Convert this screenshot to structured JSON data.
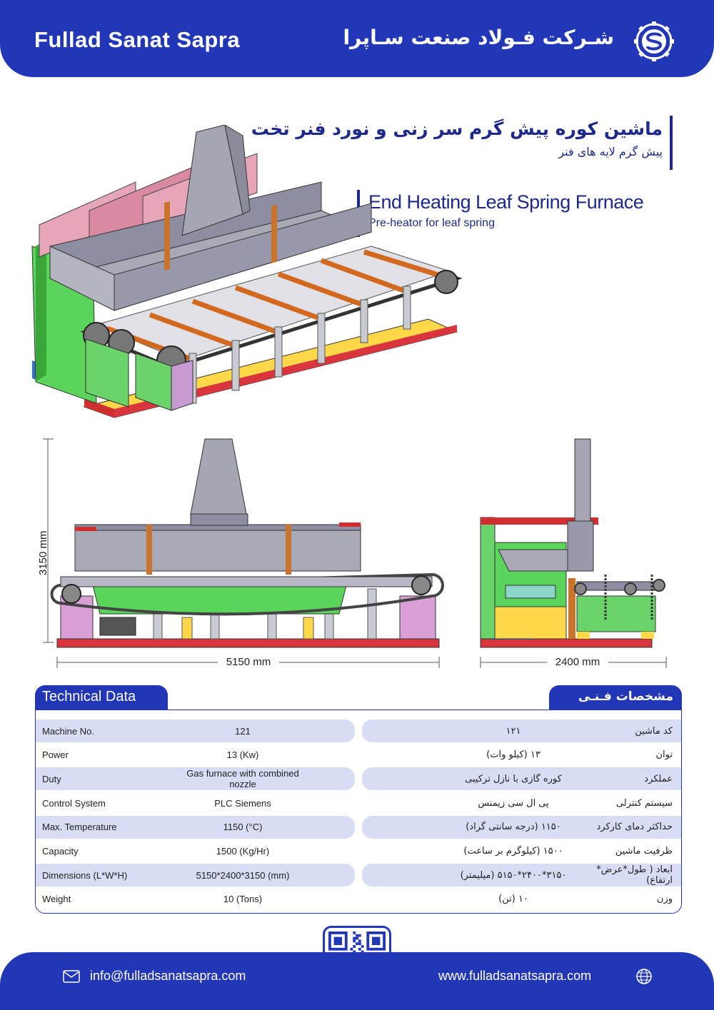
{
  "header": {
    "brand_en": "Fullad Sanat Sapra",
    "brand_fa": "شـرکت فـولاد صنعت سـاپرا",
    "logo_icon": "gear-s-logo"
  },
  "title": {
    "fa_main": "ماشین کوره پیش گرم سر زنی و نورد فنر تخت",
    "fa_sub": "پیش گرم لایه های فنر",
    "en_main": "End Heating Leaf Spring Furnace",
    "en_sub": "Pre-heator for leaf spring"
  },
  "dimensions": {
    "height": "3150 mm",
    "length": "5150 mm",
    "width": "2400 mm"
  },
  "specs": {
    "tab_en": "Technical  Data",
    "tab_fa": "مشخصات فـنـی",
    "rows": [
      {
        "label_en": "Machine No.",
        "value_en": "121",
        "label_fa": "کد ماشین",
        "value_fa": "۱۲۱"
      },
      {
        "label_en": "Power",
        "value_en": "13 (Kw)",
        "label_fa": "توان",
        "value_fa": "۱۳ (کیلو وات)"
      },
      {
        "label_en": "Duty",
        "value_en": "Gas furnace with combined nozzle",
        "label_fa": "عملکرد",
        "value_fa": "کوره گازی با نازل ترکیبی"
      },
      {
        "label_en": "Control System",
        "value_en": "PLC Siemens",
        "label_fa": "سیستم کنترلی",
        "value_fa": "پی ال سی زیمنس"
      },
      {
        "label_en": "Max. Temperature",
        "value_en": "1150 (°C)",
        "label_fa": "حداکثر دمای کارکرد",
        "value_fa": "۱۱۵۰ (درجه سانتی گراد)"
      },
      {
        "label_en": "Capacity",
        "value_en": "1500 (Kg/Hr)",
        "label_fa": "ظرفیت ماشین",
        "value_fa": "۱۵۰۰ (کیلوگرم بر ساعت)"
      },
      {
        "label_en": "Dimensions (L*W*H)",
        "value_en": "5150*2400*3150 (mm)",
        "label_fa": "ابعاد ( طول*عرض* ارتفاع)",
        "value_fa": "۳۱۵۰*۲۴۰۰*۵۱۵۰ (میلیمتر)"
      },
      {
        "label_en": "Weight",
        "value_en": "10 (Tons)",
        "label_fa": "وزن",
        "value_fa": "۱۰ (تن)"
      }
    ]
  },
  "footer": {
    "email": "info@fulladsanatsapra.com",
    "website": "www.fulladsanatsapra.com"
  },
  "colors": {
    "brand_blue": "#2236b8",
    "row_shade": "#d9dcf5",
    "title_blue": "#1d2a8c"
  }
}
